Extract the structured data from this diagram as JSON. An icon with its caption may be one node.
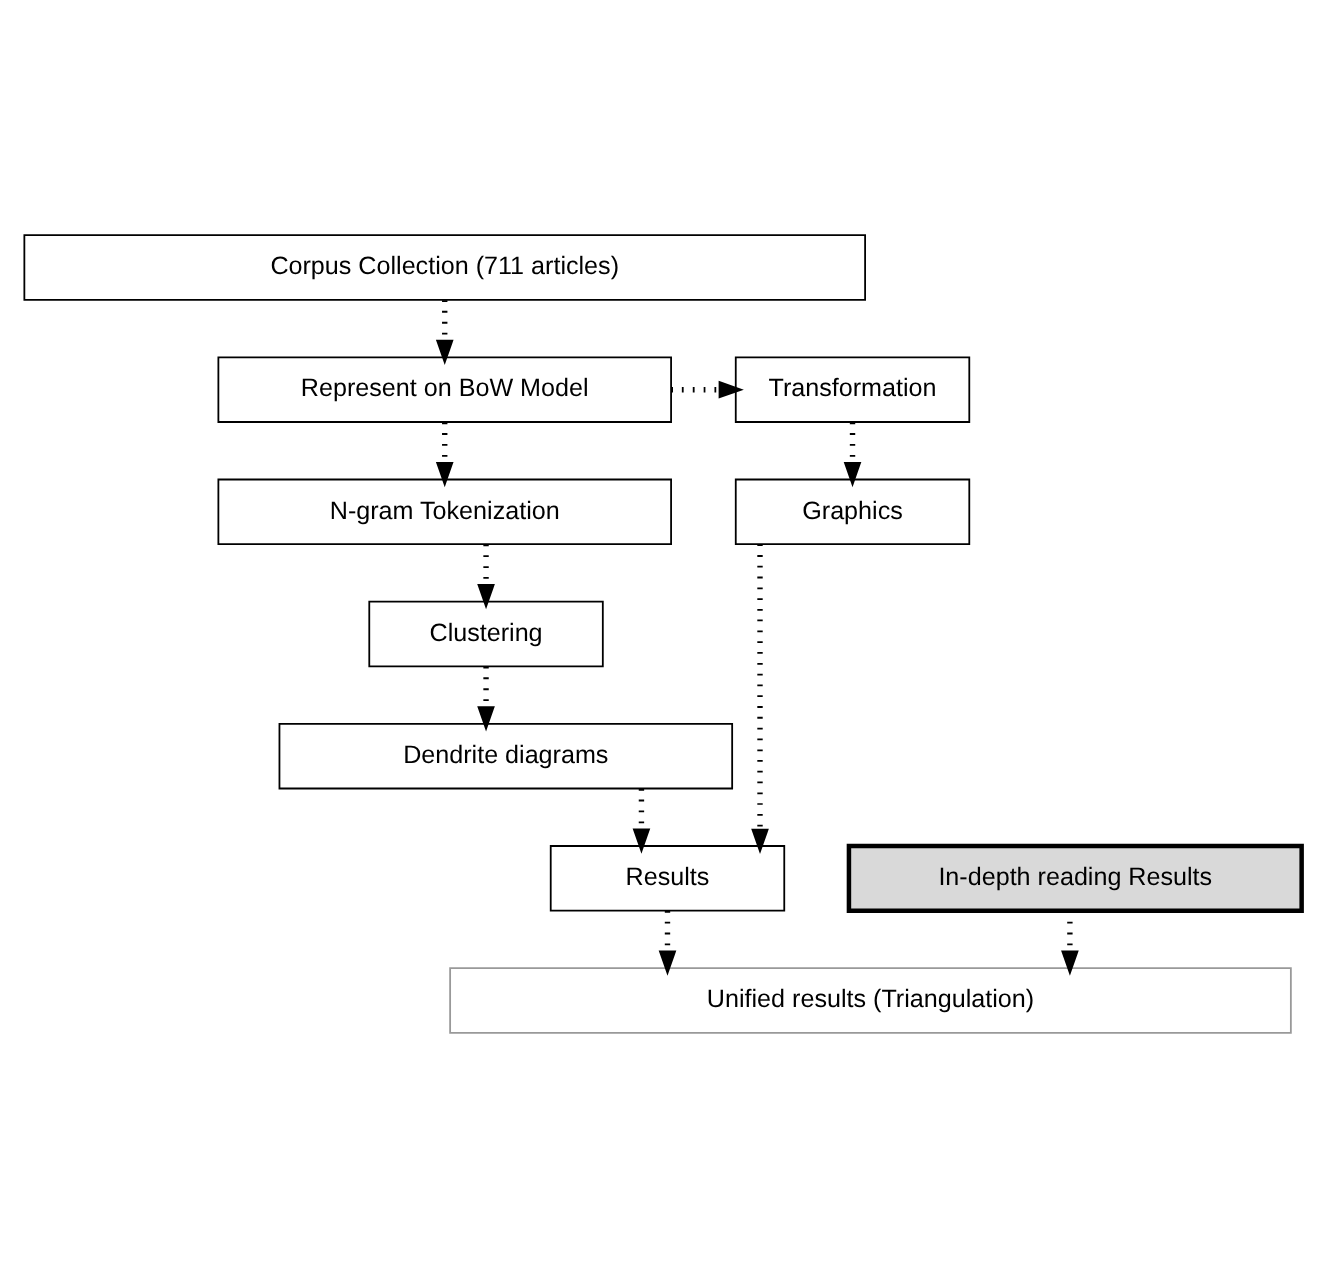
{
  "diagram": {
    "nodes": [
      {
        "text": [
          "Corpus Collection (711 articles)"
        ]
      },
      {
        "text": [
          "Represent on BoW Model"
        ]
      },
      {
        "text": [
          "Transformation"
        ]
      },
      {
        "text": [
          "N-gram Tokenization"
        ]
      },
      {
        "text": [
          "Graphics"
        ]
      },
      {
        "text": [
          "Clustering"
        ]
      },
      {
        "text": [
          "Dendrite diagrams"
        ]
      },
      {
        "text": [
          "In-depth reading Results"
        ]
      },
      {
        "text": [
          "Results"
        ]
      },
      {
        "text": [
          "Unified results (Triangulation)"
        ]
      }
    ],
    "edges": [
      {
        "from": 0,
        "to": 1,
        "arrow": "to"
      },
      {
        "from": 1,
        "to": 2,
        "arrow": "to"
      },
      {
        "from": 1,
        "to": 3,
        "arrow": "to"
      },
      {
        "from": 2,
        "to": 4,
        "arrow": "to"
      },
      {
        "from": 3,
        "to": 5,
        "arrow": "to"
      },
      {
        "from": 5,
        "to": 6,
        "arrow": "to"
      },
      {
        "from": 6,
        "to": 8,
        "arrow": "to"
      },
      {
        "from": 4,
        "to": 8,
        "arrow": "to"
      },
      {
        "from": 7,
        "to": 9,
        "arrow": "to"
      },
      {
        "from": 8,
        "to": 9,
        "arrow": "to"
      }
    ]
  }
}
